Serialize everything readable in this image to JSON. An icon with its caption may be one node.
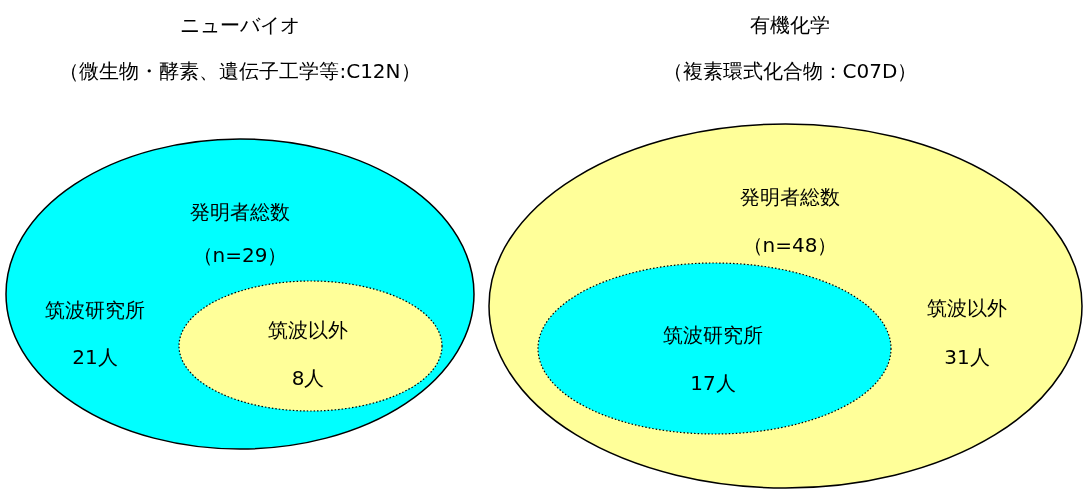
{
  "diagram": {
    "nodes": [
      {
        "text": [
          "発明者総数",
          "（n=29）",
          "筑波研究所",
          "21人"
        ]
      },
      {
        "text": [
          "筑波以外",
          "8人"
        ],
        "in": 0
      },
      {
        "text": [
          "発明者総数",
          "（n=48）",
          "筑波以外",
          "31人"
        ]
      },
      {
        "text": [
          "筑波研究所",
          "17人"
        ],
        "in": 2
      }
    ],
    "edges": [],
    "labels": [
      "ニューバイオ",
      "（微生物・酵素、遺伝子工学等:C12N）",
      "有機化学",
      "（複素環式化合物：C07D）"
    ]
  }
}
